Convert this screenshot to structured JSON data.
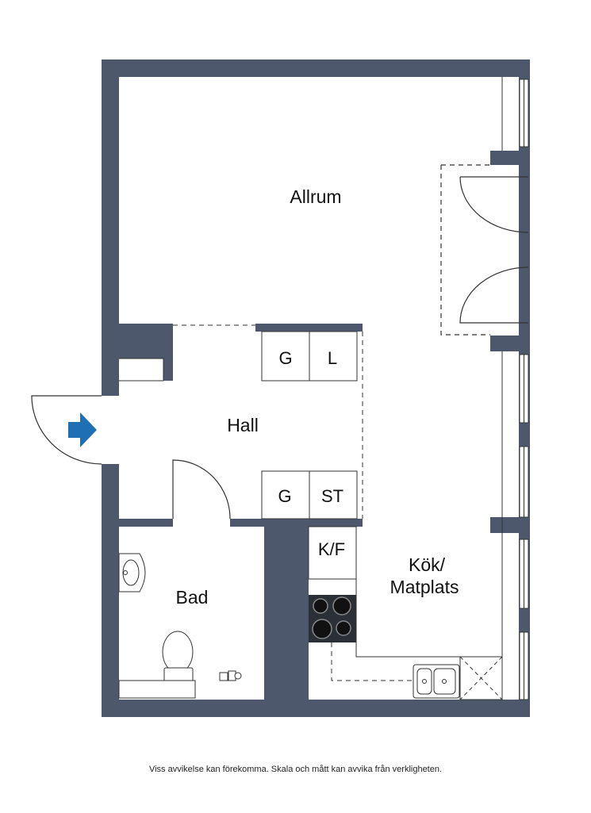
{
  "rooms": {
    "allrum": "Allrum",
    "hall": "Hall",
    "bad": "Bad",
    "kok_line1": "Kök/",
    "kok_line2": "Matplats"
  },
  "cabinets": {
    "hall_top_left": "G",
    "hall_top_right": "L",
    "hall_bottom_left": "G",
    "hall_bottom_right": "ST",
    "kitchen_fridge": "K/F"
  },
  "disclaimer": "Viss avvikelse kan förekomma. Skala och mått kan avvika från verkligheten.",
  "colors": {
    "wall": "#4d586d",
    "floor": "#ffffff",
    "entry_arrow": "#1f6fb4",
    "line": "#333333"
  }
}
